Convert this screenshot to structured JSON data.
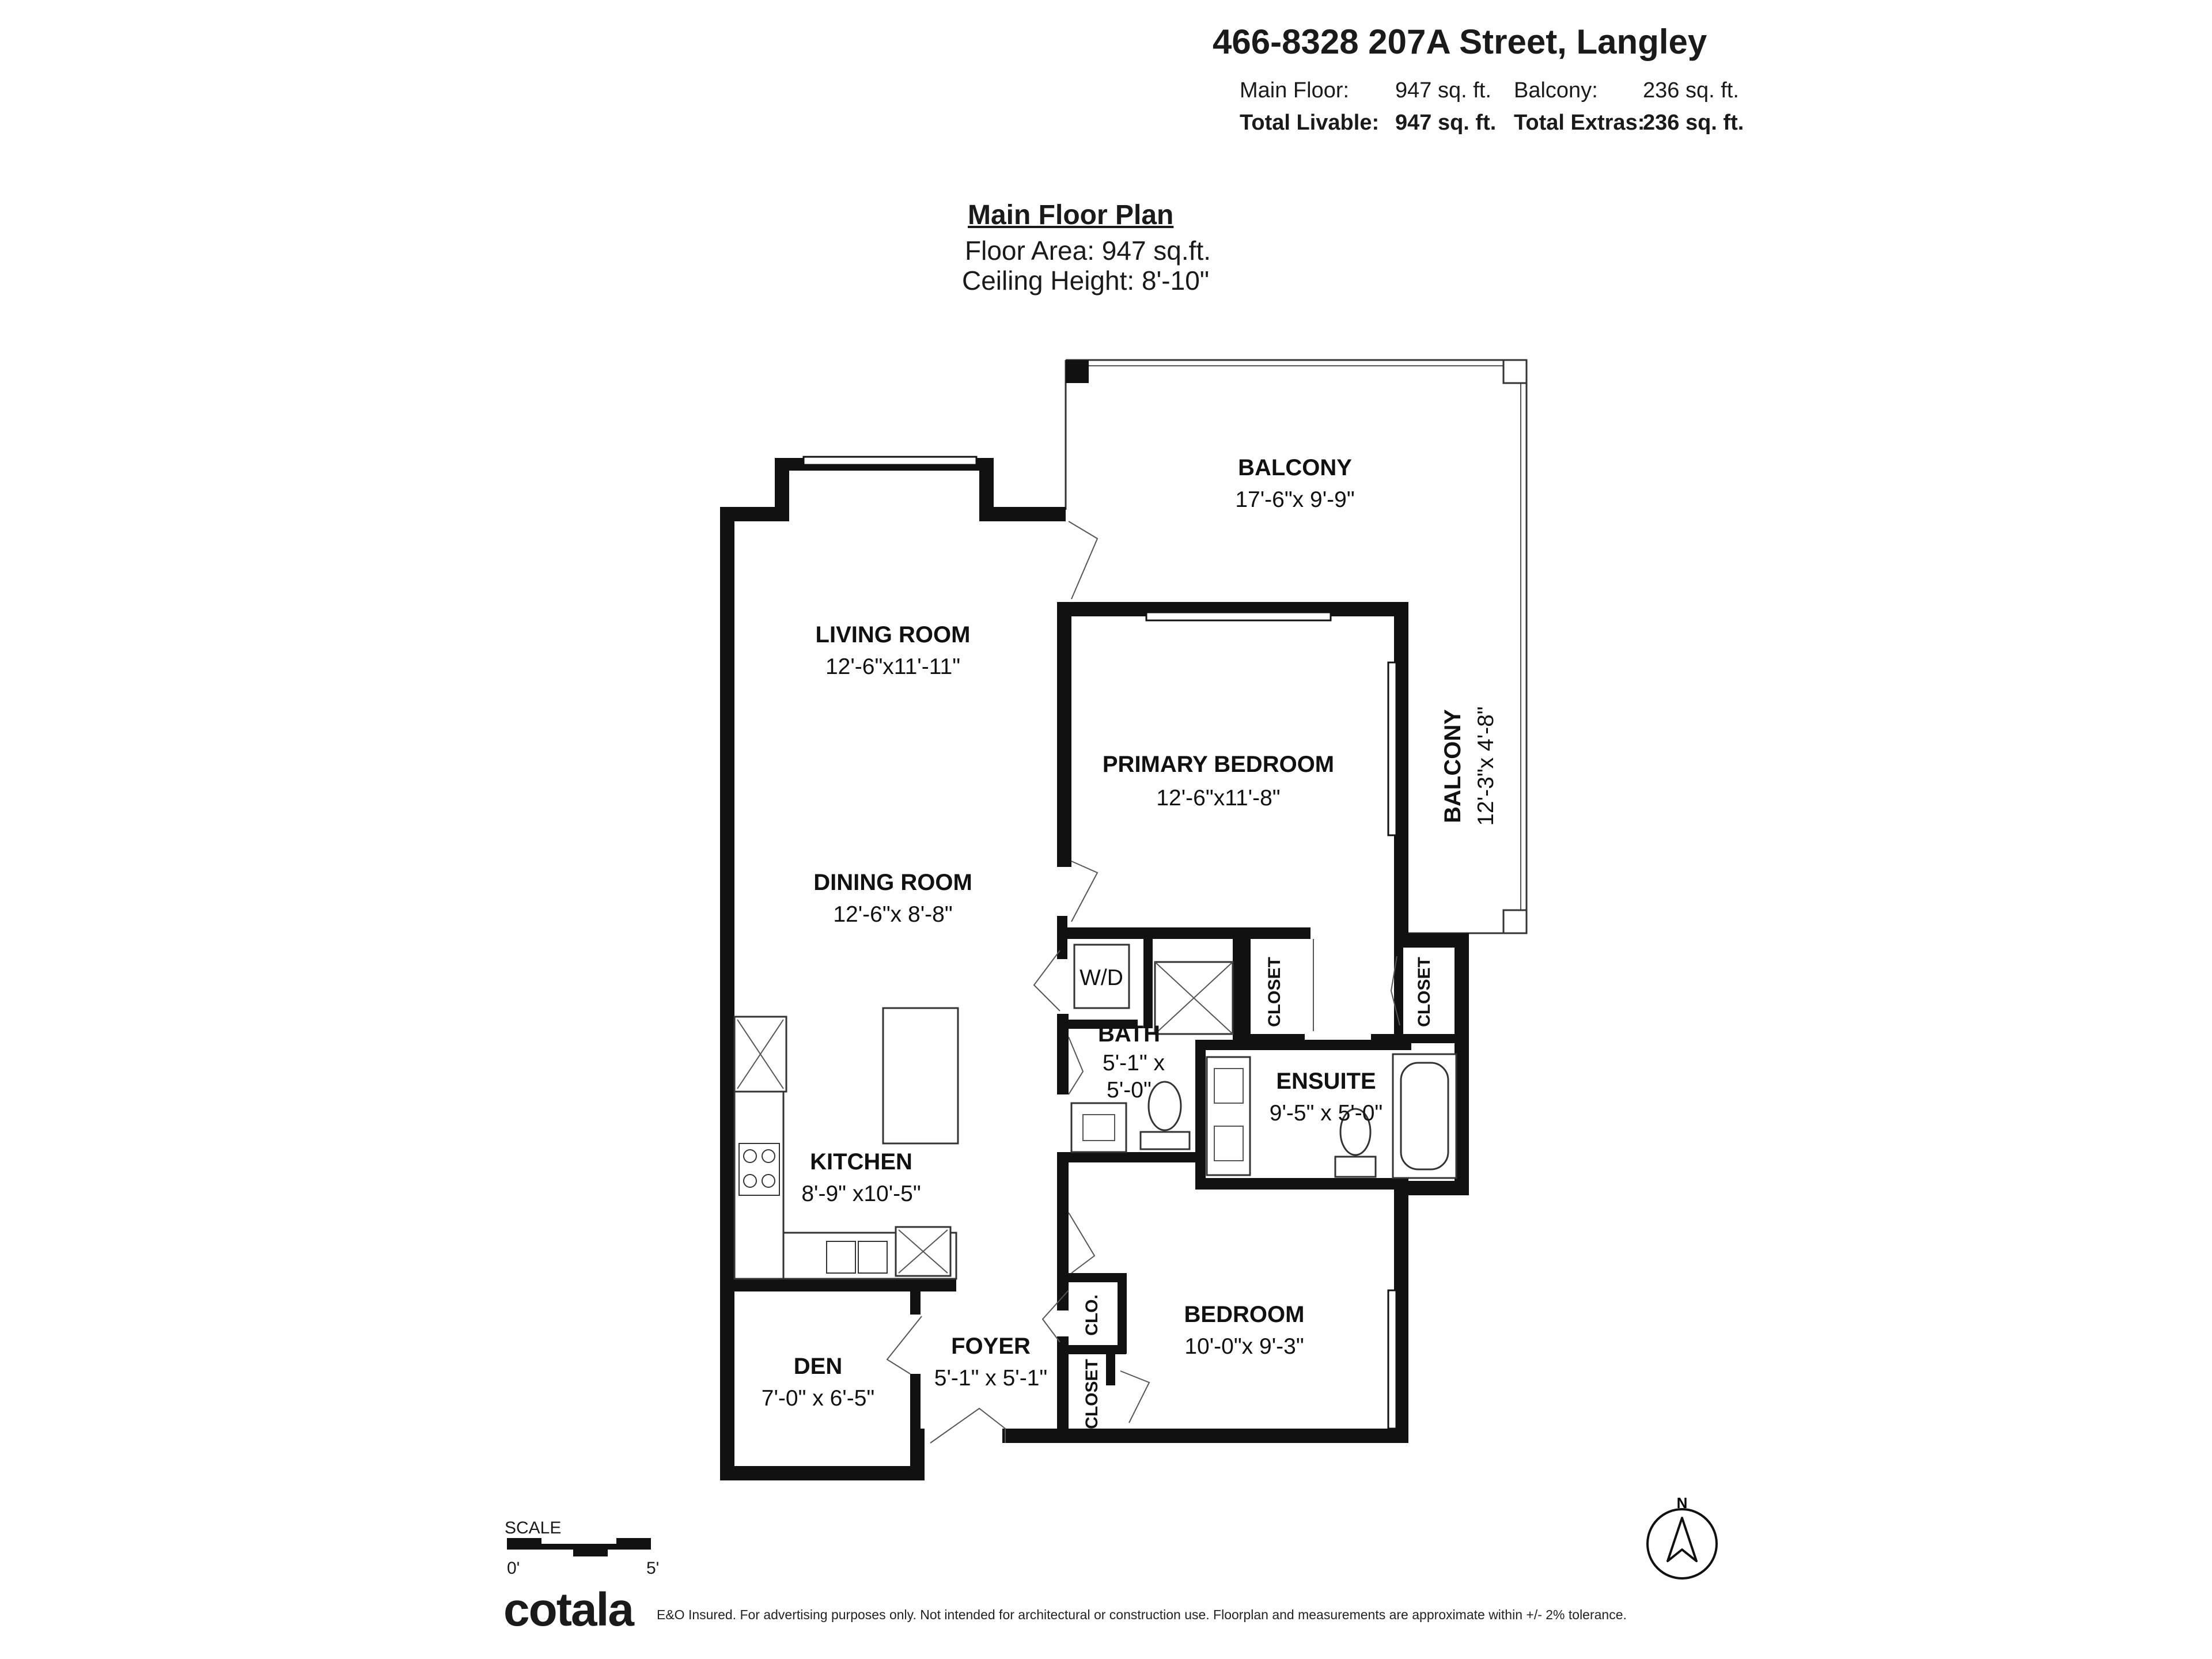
{
  "header": {
    "address": "466-8328 207A Street, Langley",
    "rows": [
      {
        "label1": "Main Floor:",
        "value1": "947 sq. ft.",
        "label2": "Balcony:",
        "value2": "236 sq. ft.",
        "bold": false
      },
      {
        "label1": "Total Livable:",
        "value1": "947 sq. ft.",
        "label2": "Total Extras:",
        "value2": "236 sq. ft.",
        "bold": true
      }
    ]
  },
  "plan": {
    "title": "Main Floor Plan",
    "floor_area": "Floor Area: 947 sq.ft.",
    "ceiling_height": "Ceiling Height: 8'-10\""
  },
  "rooms": {
    "balcony_main": {
      "name": "BALCONY",
      "dim": "17'-6\"x 9'-9\""
    },
    "balcony_side": {
      "name": "BALCONY",
      "dim": "12'-3\"x 4'-8\""
    },
    "living": {
      "name": "LIVING ROOM",
      "dim": "12'-6\"x11'-11\""
    },
    "primary": {
      "name": "PRIMARY BEDROOM",
      "dim": "12'-6\"x11'-8\""
    },
    "dining": {
      "name": "DINING ROOM",
      "dim": "12'-6\"x 8'-8\""
    },
    "wd": "W/D",
    "closet_a": "CLOSET",
    "closet_b": "CLOSET",
    "bath": {
      "name": "BATH",
      "dim1": "5'-1\" x",
      "dim2": "5'-0\""
    },
    "ensuite": {
      "name": "ENSUITE",
      "dim": "9'-5\" x 5'-0\""
    },
    "kitchen": {
      "name": "KITCHEN",
      "dim": "8'-9\" x10'-5\""
    },
    "bedroom": {
      "name": "BEDROOM",
      "dim": "10'-0\"x 9'-3\""
    },
    "clo": "CLO.",
    "closet_c": "CLOSET",
    "foyer": {
      "name": "FOYER",
      "dim": "5'-1\" x 5'-1\""
    },
    "den": {
      "name": "DEN",
      "dim": "7'-0\" x 6'-5\""
    }
  },
  "scale": {
    "label": "SCALE",
    "start": "0'",
    "end": "5'"
  },
  "compass": {
    "north": "N"
  },
  "footer": {
    "logo": "cotala",
    "disclaimer": "E&O Insured. For advertising purposes only. Not intended for architectural or construction use. Floorplan and measurements are approximate within +/- 2% tolerance."
  },
  "colors": {
    "ink": "#111111",
    "background": "#ffffff"
  }
}
